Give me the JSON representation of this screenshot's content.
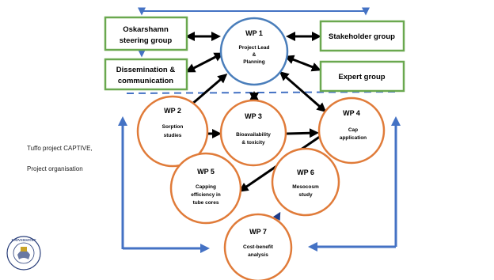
{
  "notes": {
    "project": "Tuffo project CAPTIVE,",
    "organisation": "Project organisation"
  },
  "boxes": {
    "steering": [
      "Oskarshamn",
      "steering group"
    ],
    "dissemination": [
      "Dissemination &",
      "communication"
    ],
    "stakeholder": [
      "Stakeholder group"
    ],
    "expert": [
      "Expert group"
    ]
  },
  "work_packages": [
    {
      "id": "wp1",
      "title": "WP 1",
      "lines": [
        "Project Lead",
        "&",
        "Planning"
      ]
    },
    {
      "id": "wp2",
      "title": "WP 2",
      "lines": [
        "Sorption",
        "studies"
      ]
    },
    {
      "id": "wp3",
      "title": "WP 3",
      "lines": [
        "Bioavailability",
        "& toxicity"
      ]
    },
    {
      "id": "wp4",
      "title": "WP 4",
      "lines": [
        "Cap",
        "application"
      ]
    },
    {
      "id": "wp5",
      "title": "WP 5",
      "lines": [
        "Capping",
        "efficiency in",
        "tube cores"
      ]
    },
    {
      "id": "wp6",
      "title": "WP 6",
      "lines": [
        "Mesocosm",
        "study"
      ]
    },
    {
      "id": "wp7",
      "title": "WP 7",
      "lines": [
        "Cost-benefit",
        "analysis"
      ]
    }
  ],
  "colors": {
    "box_border": "#6aa84f",
    "wp1_border": "#4a7ebb",
    "wp_border": "#e07b39",
    "blue_arrow": "#4472c4",
    "black_arrow": "#000000"
  },
  "seal": {
    "icon": "university-seal-icon",
    "label": "UNIVERSITET"
  }
}
